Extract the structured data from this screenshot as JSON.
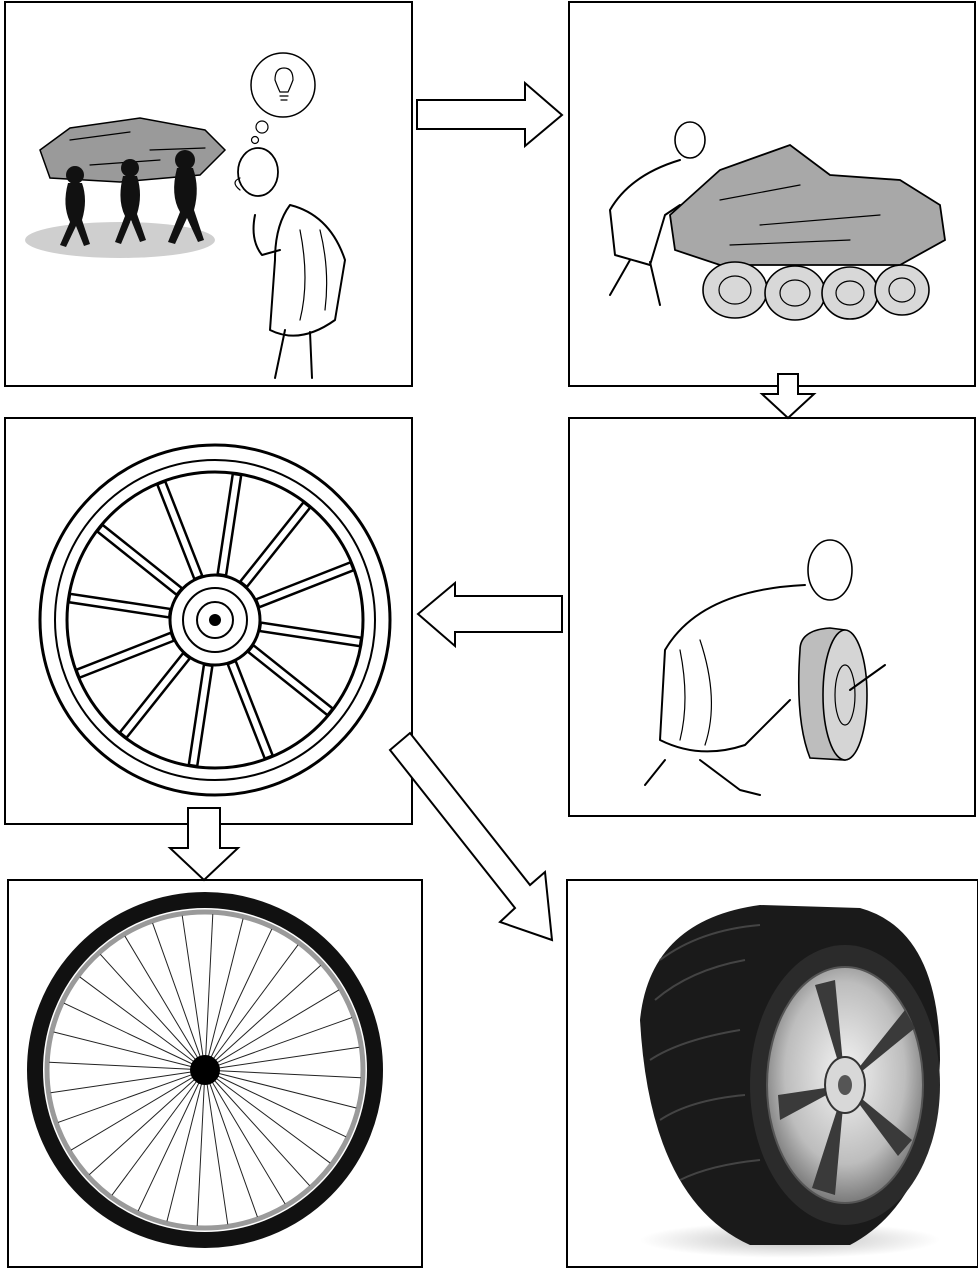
{
  "diagram": {
    "type": "wheel-evolution-flow",
    "panels": [
      {
        "id": "idea",
        "icon": "caveman-carrying-rock-idea-icon"
      },
      {
        "id": "rollers",
        "icon": "rock-on-log-rollers-icon"
      },
      {
        "id": "carving",
        "icon": "man-carving-log-wheel-icon"
      },
      {
        "id": "spoked-wheel",
        "icon": "wooden-spoked-wheel-icon"
      },
      {
        "id": "bicycle-wheel",
        "icon": "bicycle-wheel-icon"
      },
      {
        "id": "car-tire",
        "icon": "car-tire-icon"
      }
    ],
    "connections": [
      {
        "from": "idea",
        "to": "rollers"
      },
      {
        "from": "rollers",
        "to": "carving"
      },
      {
        "from": "carving",
        "to": "spoked-wheel"
      },
      {
        "from": "spoked-wheel",
        "to": "bicycle-wheel"
      },
      {
        "from": "spoked-wheel",
        "to": "car-tire"
      }
    ],
    "colors": {
      "line": "#000000",
      "background": "#ffffff",
      "rock": "#9a9a9a",
      "tire": "#1a1a1a",
      "rim": "#bdbdbd"
    }
  }
}
